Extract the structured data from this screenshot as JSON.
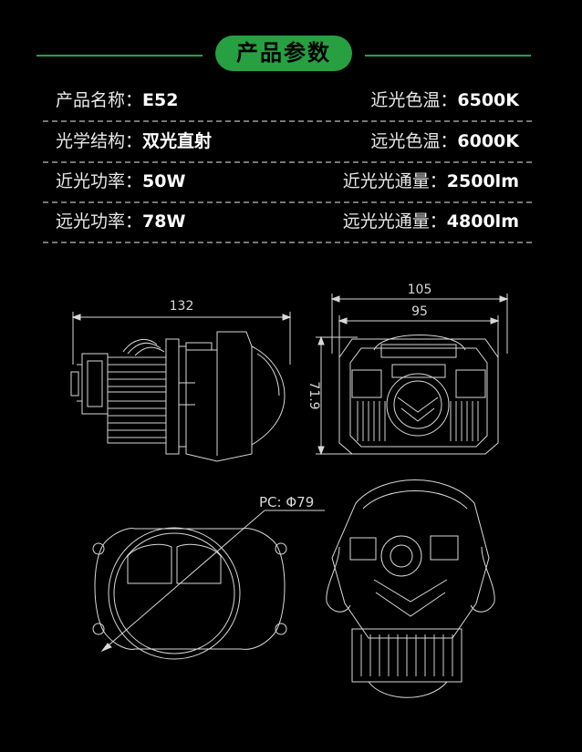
{
  "header": {
    "title": "产品参数"
  },
  "specs": [
    {
      "left": {
        "label": "产品名称：",
        "value": "E52"
      },
      "right": {
        "label": "近光色温：",
        "value": "6500K"
      }
    },
    {
      "left": {
        "label": "光学结构：",
        "value": "双光直射"
      },
      "right": {
        "label": "远光色温：",
        "value": "6000K"
      }
    },
    {
      "left": {
        "label": "近光功率：",
        "value": "50W"
      },
      "right": {
        "label": "近光光通量：",
        "value": "2500lm"
      }
    },
    {
      "left": {
        "label": "远光功率：",
        "value": "78W"
      },
      "right": {
        "label": "远光光通量：",
        "value": "4800lm"
      }
    }
  ],
  "drawings": {
    "side_width": "132",
    "front_width_outer": "105",
    "front_width_inner": "95",
    "front_height": "71.9",
    "lens_diameter": "PC: Φ79"
  },
  "colors": {
    "accent": "#27a041",
    "background": "#000000",
    "text": "#f2f2f2"
  }
}
